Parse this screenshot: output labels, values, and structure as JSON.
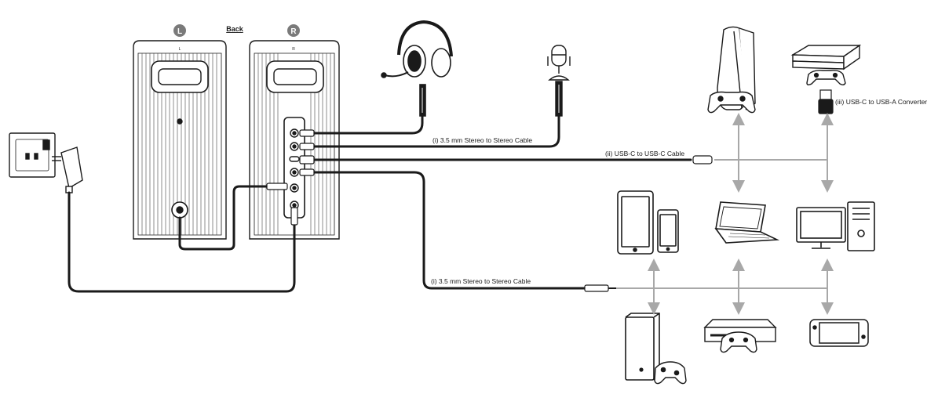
{
  "labels": {
    "back": "Back",
    "left_badge": "L",
    "right_badge": "R",
    "left_small": "L",
    "right_small": "R",
    "cable_35_top": "(i) 3.5 mm Stereo to Stereo Cable",
    "cable_usbc": "(ii) USB-C to USB-C Cable",
    "converter": "(iii) USB-C to USB-A Converter",
    "cable_35_bottom": "(i) 3.5 mm Stereo to Stereo Cable"
  },
  "colors": {
    "line": "#1a1a1a",
    "badge": "#7a7a7a",
    "arrow": "#a8a8a8"
  },
  "icons": [
    "wall-socket-icon",
    "power-adapter-icon",
    "headset-icon",
    "microphone-icon",
    "playstation-console-icon",
    "playstation-pro-console-icon",
    "usb-a-converter-icon",
    "tablet-icon",
    "smartphone-icon",
    "laptop-icon",
    "desktop-pc-icon",
    "xbox-series-x-icon",
    "xbox-one-icon",
    "nintendo-switch-icon",
    "gamepad-icon"
  ]
}
